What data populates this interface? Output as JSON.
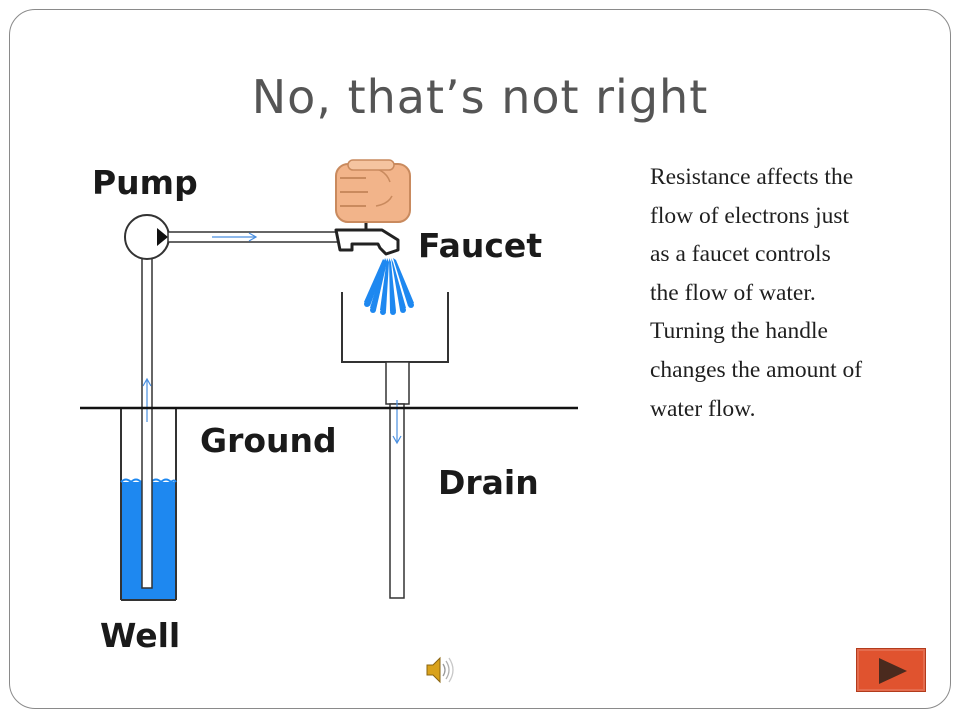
{
  "slide": {
    "title": "No, that’s not right",
    "body_lines": [
      "Resistance affects the",
      "flow of electrons just",
      "as a faucet controls",
      "the flow of water.",
      "Turning the handle",
      "changes the amount of",
      "water flow."
    ]
  },
  "diagram": {
    "labels": {
      "pump": "Pump",
      "faucet": "Faucet",
      "ground": "Ground",
      "drain": "Drain",
      "well": "Well"
    },
    "colors": {
      "water": "#1e88f0",
      "flow_arrow": "#4a8fe0",
      "hand": "#f2b48a",
      "pipe_outline": "#333333"
    }
  },
  "controls": {
    "sound": "speaker-icon",
    "next": "next-arrow-icon"
  }
}
